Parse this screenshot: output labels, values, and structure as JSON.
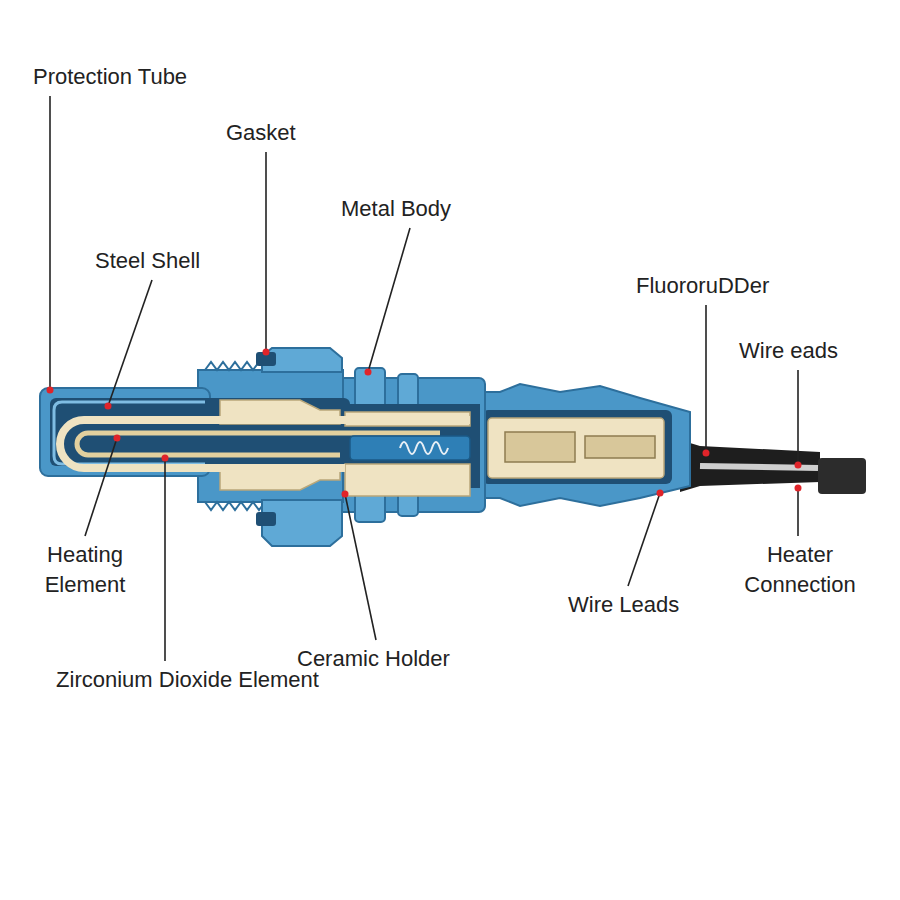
{
  "diagram": {
    "labels": [
      "Protection Tube",
      "Gasket",
      "Metal Body",
      "Steel Shell",
      "FluororuDDer",
      "Wire eads",
      "Heating Element",
      "Heater Connection",
      "Wire Leads",
      "Ceramic Holder",
      "Zirconium Dioxide Element"
    ]
  }
}
